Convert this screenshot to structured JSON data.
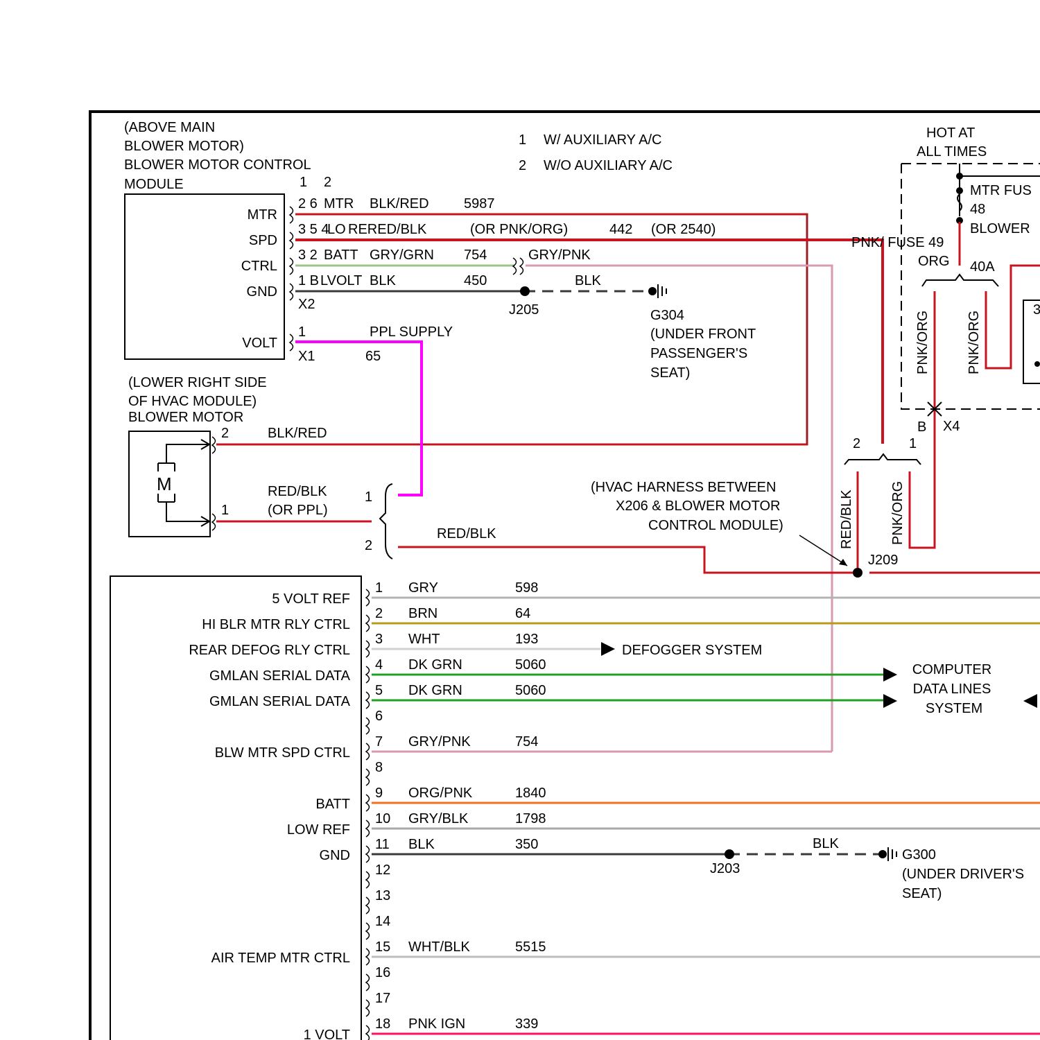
{
  "legend": {
    "note1_num": "1",
    "note1_text": "W/ AUXILIARY A/C",
    "note2_num": "2",
    "note2_text": "W/O AUXILIARY A/C"
  },
  "bmcm": {
    "location1": "(ABOVE MAIN",
    "location2": "BLOWER MOTOR)",
    "name1": "BLOWER MOTOR CONTROL",
    "name2": "MODULE",
    "col1": "1",
    "col2": "2",
    "pins": [
      "MTR",
      "SPD",
      "CTRL",
      "GND",
      "VOLT"
    ],
    "connector_x2": "X2",
    "connector_x1": "X1"
  },
  "bmcm_wires": [
    {
      "pins": "2 6",
      "label": "MTR",
      "color_name": "BLK/RED",
      "circuit": "5987"
    },
    {
      "pins": "3 5 4",
      "label": "LO",
      "color_name": "RERED/BLK",
      "alt": "(OR PNK/ORG)",
      "circuit": "442",
      "alt_circuit": "(OR 2540)"
    },
    {
      "pins": "3 2",
      "label": "BATT",
      "color_name": "GRY/GRN",
      "circuit": "754",
      "far_color": "GRY/PNK"
    },
    {
      "pins": "1 B",
      "label": "LVOLT",
      "color_name": "BLK",
      "circuit": "450",
      "far_color": "BLK"
    },
    {
      "pins": "1",
      "label": "PPL SUPPLY",
      "circuit": "65",
      "connector": "X1"
    }
  ],
  "splices": {
    "j205": "J205",
    "j209": "J209",
    "j203": "J203"
  },
  "g304": {
    "name": "G304",
    "loc1": "(UNDER FRONT",
    "loc2": "PASSENGER'S",
    "loc3": "SEAT)"
  },
  "g300": {
    "name": "G300",
    "loc1": "(UNDER DRIVER'S",
    "loc2": "SEAT)"
  },
  "fuse_block": {
    "hot1": "HOT AT",
    "hot2": "ALL TIMES",
    "mtr_fuse": "MTR FUS",
    "fuse48": "48",
    "blower": "BLOWER",
    "pnk_fuse49": "PNK/ FUSE 49",
    "org": "ORG",
    "amps": "40A",
    "vert1": "PNK/ORG",
    "vert2": "PNK/ORG",
    "conn_b": "B",
    "conn_x4": "X4",
    "partial": "3"
  },
  "harness": {
    "pin2": "2",
    "pin1": "1",
    "red_blk_vert": "RED/BLK",
    "pnk_org_vert": "PNK/ORG",
    "note1": "(HVAC HARNESS BETWEEN",
    "note2": "X206 & BLOWER MOTOR",
    "note3": "CONTROL MODULE)"
  },
  "blower_motor": {
    "loc1": "(LOWER RIGHT SIDE",
    "loc2": "OF HVAC MODULE)",
    "name": "BLOWER MOTOR",
    "symbol": "M",
    "pin2": "2",
    "pin2_color": "BLK/RED",
    "pin1": "1",
    "pin1_color": "RED/BLK",
    "pin1_alt": "(OR PPL)",
    "conn_pin1": "1",
    "conn_pin2": "2",
    "lower_color": "RED/BLK"
  },
  "hvac_module": {
    "rows": [
      {
        "pin": "1",
        "label": "5 VOLT REF",
        "color_name": "GRY",
        "circuit": "598"
      },
      {
        "pin": "2",
        "label": "HI BLR MTR RLY CTRL",
        "color_name": "BRN",
        "circuit": "64"
      },
      {
        "pin": "3",
        "label": "REAR DEFOG RLY CTRL",
        "color_name": "WHT",
        "circuit": "193"
      },
      {
        "pin": "4",
        "label": "GMLAN SERIAL DATA",
        "color_name": "DK GRN",
        "circuit": "5060"
      },
      {
        "pin": "5",
        "label": "GMLAN SERIAL DATA",
        "color_name": "DK GRN",
        "circuit": "5060"
      },
      {
        "pin": "6",
        "label": "",
        "color_name": "",
        "circuit": ""
      },
      {
        "pin": "7",
        "label": "BLW MTR SPD CTRL",
        "color_name": "GRY/PNK",
        "circuit": "754"
      },
      {
        "pin": "8",
        "label": "",
        "color_name": "",
        "circuit": ""
      },
      {
        "pin": "9",
        "label": "BATT",
        "color_name": "ORG/PNK",
        "circuit": "1840"
      },
      {
        "pin": "10",
        "label": "LOW REF",
        "color_name": "GRY/BLK",
        "circuit": "1798"
      },
      {
        "pin": "11",
        "label": "GND",
        "color_name": "BLK",
        "circuit": "350"
      },
      {
        "pin": "12",
        "label": "",
        "color_name": "",
        "circuit": ""
      },
      {
        "pin": "13",
        "label": "",
        "color_name": "",
        "circuit": ""
      },
      {
        "pin": "14",
        "label": "",
        "color_name": "",
        "circuit": ""
      },
      {
        "pin": "15",
        "label": "AIR TEMP MTR CTRL",
        "color_name": "WHT/BLK",
        "circuit": "5515"
      },
      {
        "pin": "16",
        "label": "",
        "color_name": "",
        "circuit": ""
      },
      {
        "pin": "17",
        "label": "",
        "color_name": "",
        "circuit": ""
      },
      {
        "pin": "18",
        "label": "1 VOLT",
        "color_name": "PNK IGN",
        "circuit": "339"
      }
    ],
    "gnd_blk": "BLK"
  },
  "destinations": {
    "defogger": "DEFOGGER SYSTEM",
    "cdl1": "COMPUTER",
    "cdl2": "DATA LINES",
    "cdl3": "SYSTEM"
  },
  "colors": {
    "red": "#c8141e",
    "blk": "#3a3a3a",
    "gry": "#b4b4b4",
    "brn": "#b89a1c",
    "wht": "#d2d2d2",
    "dkgrn": "#20a020",
    "grypnk": "#d89ab0",
    "grygrn": "#9ac48a",
    "orgpnk": "#f07020",
    "ppl": "#ff00ff",
    "pnk": "#ff1060",
    "darkred": "#a01818"
  }
}
